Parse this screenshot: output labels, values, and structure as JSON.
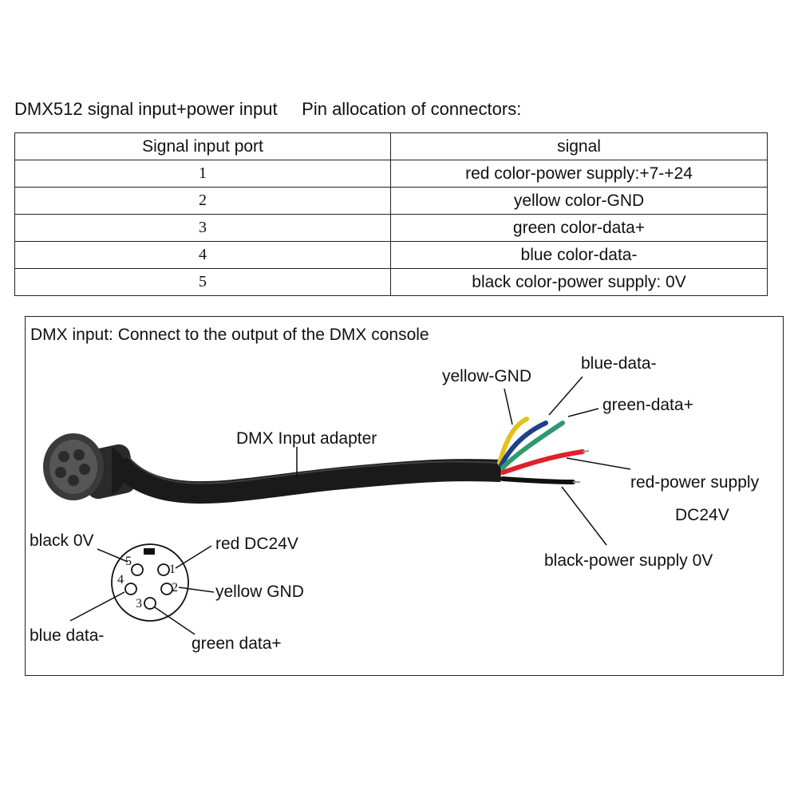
{
  "heading": {
    "left": "DMX512 signal input+power input",
    "right": "Pin allocation of connectors:"
  },
  "table": {
    "headers": [
      "Signal input port",
      "signal"
    ],
    "rows": [
      {
        "port": "1",
        "signal": "red color-power supply:+7-+24"
      },
      {
        "port": "2",
        "signal": "yellow color-GND"
      },
      {
        "port": "3",
        "signal": "green color-data+"
      },
      {
        "port": "4",
        "signal": "blue color-data-"
      },
      {
        "port": "5",
        "signal": "black color-power supply: 0V"
      }
    ]
  },
  "diagram": {
    "title": "DMX input: Connect to the output of the DMX console",
    "adapter_label": "DMX Input adapter",
    "wires": {
      "yellow": "yellow-GND",
      "blue": "blue-data-",
      "green": "green-data+",
      "red_line1": "red-power supply",
      "red_line2": "DC24V",
      "black": "black-power supply 0V"
    },
    "pinout": {
      "black": "black 0V",
      "red": "red DC24V",
      "yellow": "yellow GND",
      "blue": "blue data-",
      "green": "green data+",
      "numbers": [
        "1",
        "2",
        "3",
        "4",
        "5"
      ]
    },
    "colors": {
      "yellow": "#e2c21a",
      "blue": "#1f3f8a",
      "green": "#2e9a6e",
      "red": "#e0202a",
      "black": "#111111",
      "cable": "#1a1a1a"
    }
  }
}
